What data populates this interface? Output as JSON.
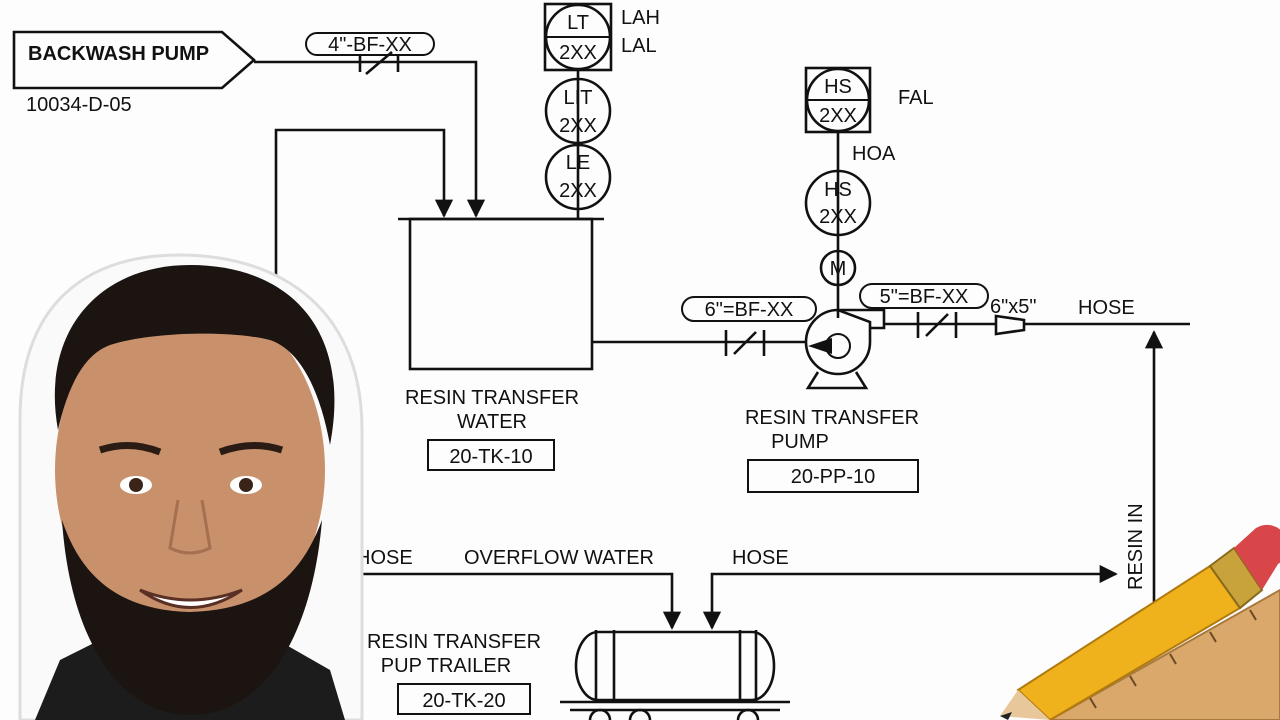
{
  "backwash": {
    "label": "BACKWASH PUMP",
    "ref": "10034-D-05"
  },
  "lines": {
    "bf4": "4\"-BF-XX",
    "bf6": "6\"=BF-XX",
    "bf5": "5\"=BF-XX",
    "reducer": "6\"x5\"",
    "hose_right": "HOSE",
    "hose_left": "HOSE",
    "hose_mid": "HOSE",
    "overflow": "OVERFLOW WATER",
    "resin_in": "RESIN IN"
  },
  "instruments": {
    "lt_top": {
      "tag": "LT",
      "num": "2XX"
    },
    "lah": "LAH",
    "lal": "LAL",
    "lt_mid": {
      "tag": "LIT",
      "num": "2XX"
    },
    "le": {
      "tag": "LE",
      "num": "2XX"
    },
    "hs_top": {
      "tag": "HS",
      "num": "2XX"
    },
    "fal": "FAL",
    "hoa": "HOA",
    "hs_mid": {
      "tag": "HS",
      "num": "2XX"
    },
    "motor": "M"
  },
  "equipment": {
    "tank": {
      "name1": "RESIN TRANSFER",
      "name2": "WATER",
      "tag": "20-TK-10"
    },
    "pump": {
      "name1": "RESIN TRANSFER",
      "name2": "PUMP",
      "tag": "20-PP-10"
    },
    "trailer": {
      "name1": "RESIN TRANSFER",
      "name2": "PUP TRAILER",
      "tag": "20-TK-20"
    }
  },
  "colors": {
    "line": "#111111",
    "skin": "#c9906c",
    "beard": "#1b1410",
    "pencil": "#f0b21c",
    "ruler": "#d9a86a"
  }
}
